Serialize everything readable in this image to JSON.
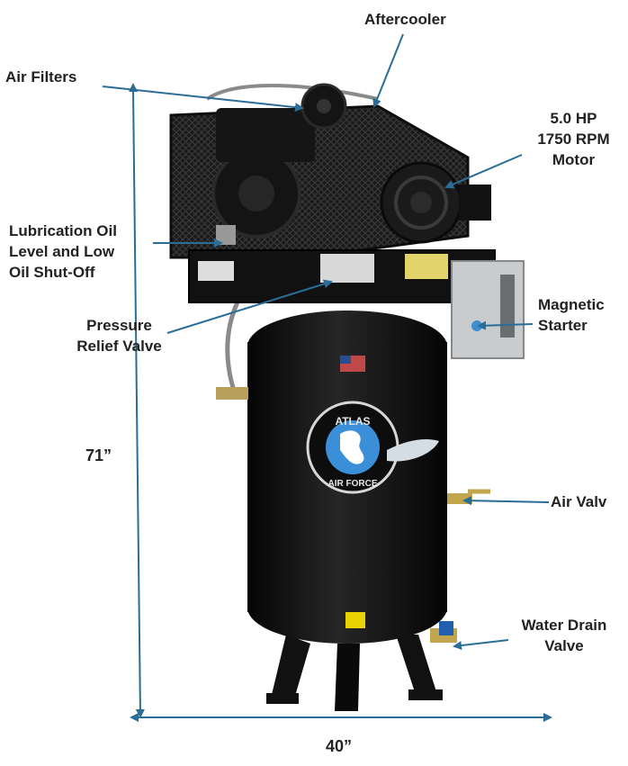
{
  "labels": {
    "aftercooler": "Aftercooler",
    "air_filters": "Air Filters",
    "motor": [
      "5.0 HP",
      "1750 RPM",
      "Motor"
    ],
    "lubrication": [
      "Lubrication Oil",
      "Level and Low",
      "Oil Shut-Off"
    ],
    "pressure_relief": [
      "Pressure",
      "Relief Valve"
    ],
    "magnetic_starter": [
      "Magnetic",
      "Starter"
    ],
    "air_valve": "Air Valv",
    "water_drain": [
      "Water Drain",
      "Valve"
    ],
    "height": "71”",
    "width": "40”"
  },
  "logo_text": {
    "top": "ATLAS",
    "bottom": "AIR FORCE"
  },
  "colors": {
    "callout_line": "#2a6d96",
    "tank": "#111111",
    "dimension_line": "#2a6d96"
  }
}
